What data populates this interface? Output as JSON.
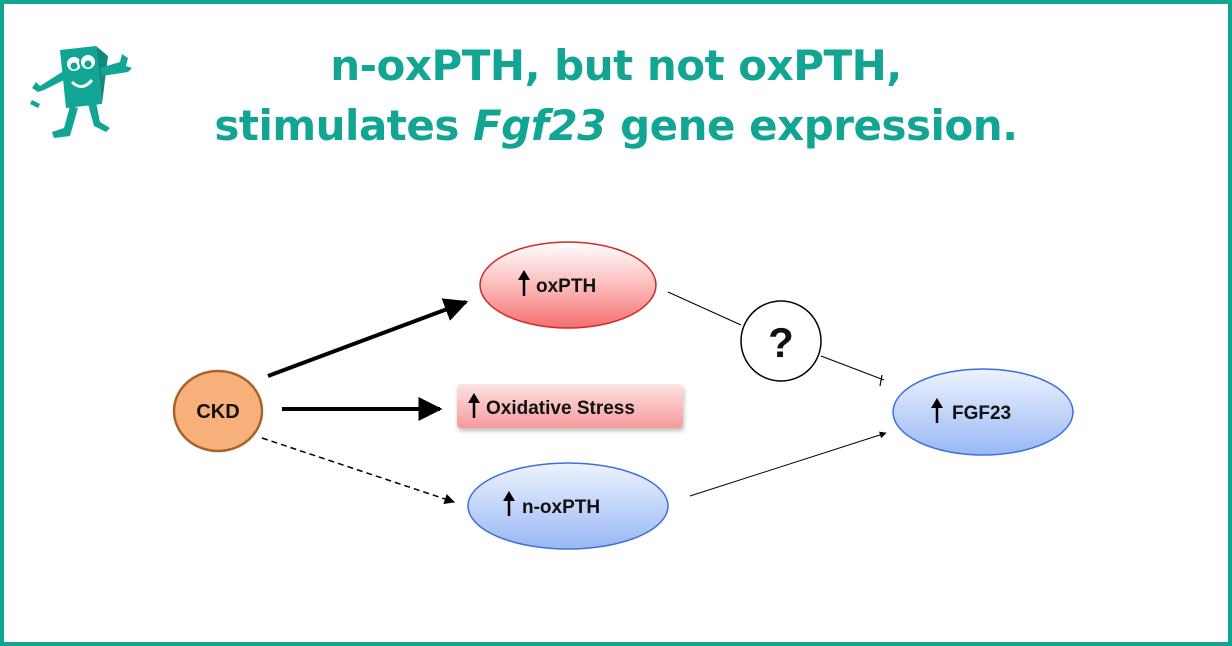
{
  "title": {
    "line1": "n-oxPTH, but not oxPTH,",
    "line2_pre": "stimulates ",
    "line2_gene": "Fgf23",
    "line2_post": " gene expression."
  },
  "logo": {
    "icon": "cartoon-mascot-icon"
  },
  "nodes": {
    "ckd": "CKD",
    "oxpth": "oxPTH",
    "oxidative_stress": "Oxidative Stress",
    "n_oxpth": "n-oxPTH",
    "fgf23": "FGF23",
    "question": "?"
  },
  "icons": {
    "increase": "up-arrow-icon"
  },
  "colors": {
    "accent": "#12a593",
    "ckd_fill": "#f7b07a",
    "ckd_stroke": "#a8632a",
    "oxpth_fill": "#f56f6f",
    "oxpth_stroke": "#d22a2a",
    "stress_fill": "#f6a3a3",
    "blue_fill": "#a9c4f5",
    "blue_stroke": "#3b6fe0"
  }
}
